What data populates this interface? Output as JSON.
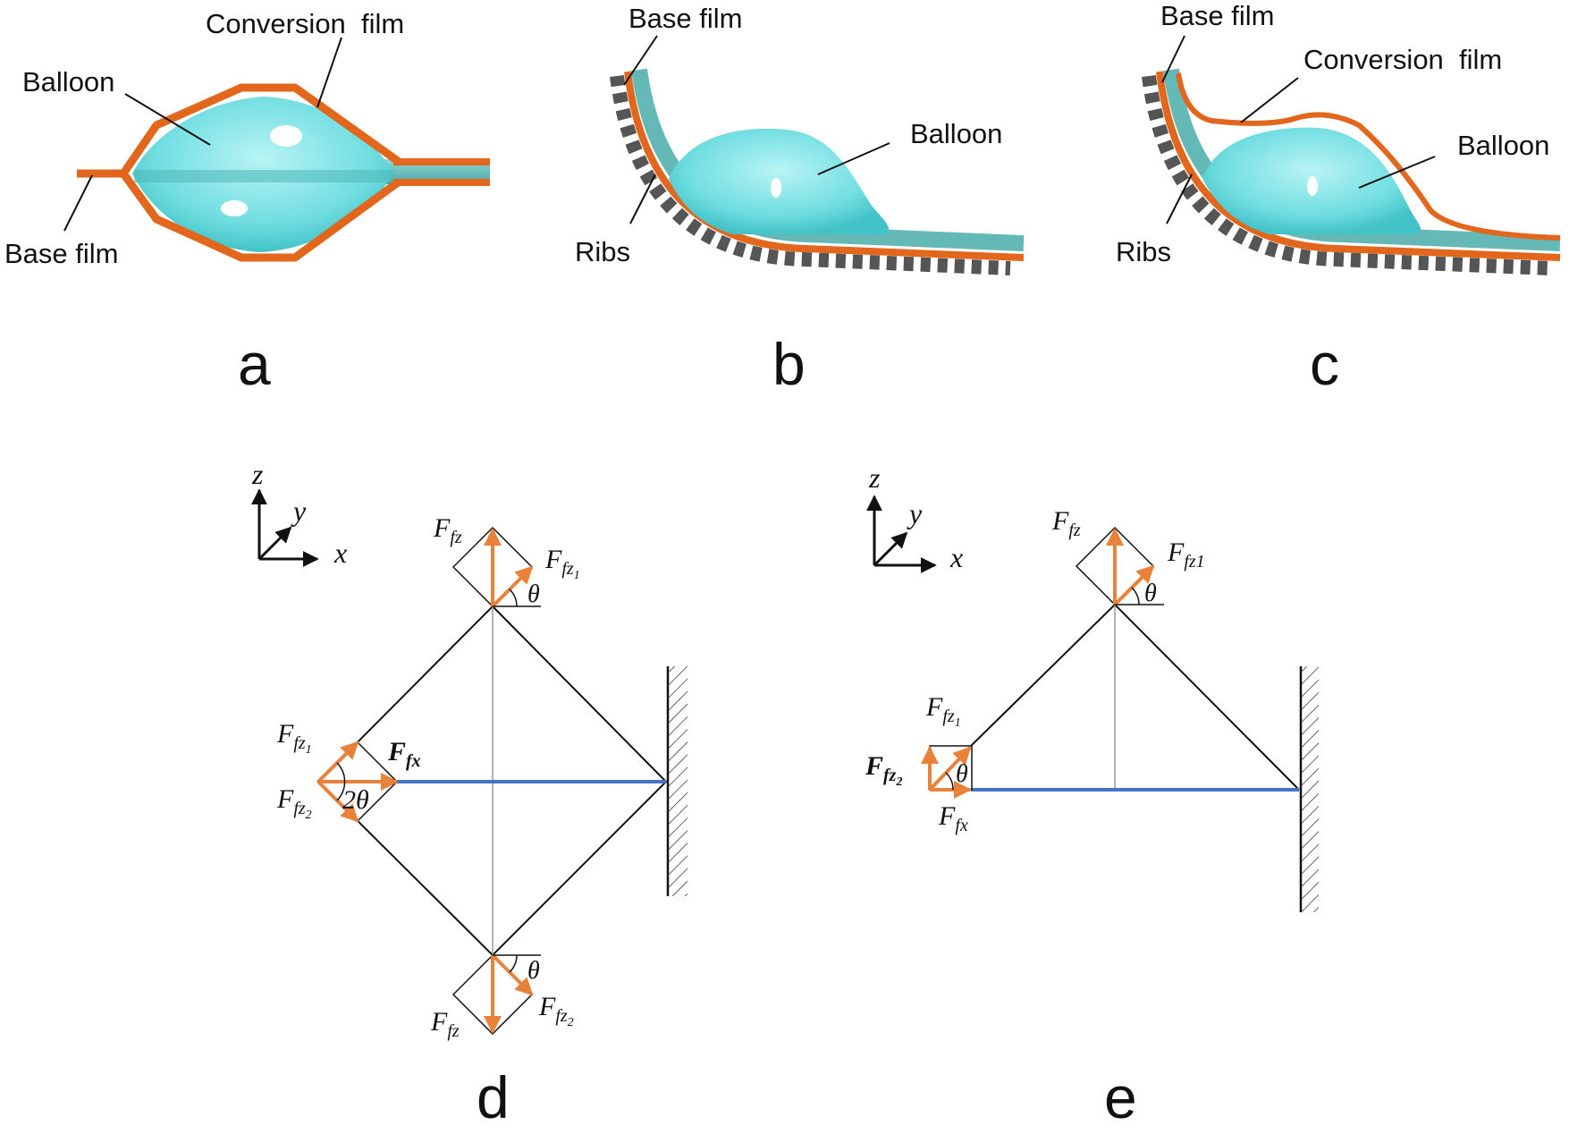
{
  "colors": {
    "balloon": "#6fdde0",
    "film": "#e2661c",
    "ribs": "#555555",
    "force": "#e8823a",
    "blue_line": "#4472c4",
    "base_film_strip": "#64b8b5"
  },
  "panel_a": {
    "letter": "a",
    "labels": {
      "conversion_film": "Conversion  film",
      "balloon": "Balloon",
      "base_film": "Base film"
    }
  },
  "panel_b": {
    "letter": "b",
    "labels": {
      "base_film": "Base film",
      "balloon": "Balloon",
      "ribs": "Ribs"
    }
  },
  "panel_c": {
    "letter": "c",
    "labels": {
      "base_film": "Base film",
      "conversion_film": "Conversion  film",
      "balloon": "Balloon",
      "ribs": "Ribs"
    }
  },
  "panel_d": {
    "letter": "d",
    "axes": {
      "z": "z",
      "y": "y",
      "x": "x"
    },
    "top": {
      "Ffz": {
        "F": "F",
        "sub": "fz"
      },
      "Ffz1": {
        "F": "F",
        "sub": "fz",
        "subsub": "1"
      },
      "theta": "θ"
    },
    "left": {
      "Ffz1": {
        "F": "F",
        "sub": "fz",
        "subsub": "1"
      },
      "Ffx": {
        "F": "F",
        "sub": "fx"
      },
      "Ffz2": {
        "F": "F",
        "sub": "fz",
        "subsub": "2"
      },
      "angle": "2θ"
    },
    "bottom": {
      "Ffz": {
        "F": "F",
        "sub": "fz"
      },
      "Ffz2": {
        "F": "F",
        "sub": "fz",
        "subsub": "2"
      },
      "theta": "θ"
    }
  },
  "panel_e": {
    "letter": "e",
    "axes": {
      "z": "z",
      "y": "y",
      "x": "x"
    },
    "top": {
      "Ffz": {
        "F": "F",
        "sub": "fz"
      },
      "Ffz1": {
        "F": "F",
        "sub": "fz1"
      },
      "theta": "θ"
    },
    "left": {
      "Ffz1": {
        "F": "F",
        "sub": "fz",
        "subsub": "1"
      },
      "Ffz2": {
        "F": "F",
        "sub": "fz",
        "subsub": "2"
      },
      "theta": "θ",
      "Ffx": {
        "F": "F",
        "sub": "fx"
      }
    }
  }
}
